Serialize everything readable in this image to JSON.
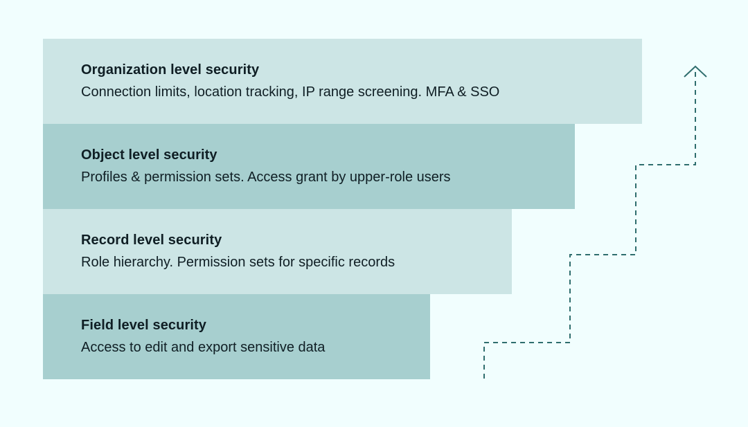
{
  "colors": {
    "background": "#f1fefe",
    "layer_light": "#cce5e5",
    "layer_dark": "#a7cfcf",
    "text": "#0f1e24",
    "arrow": "#2e6d6d"
  },
  "layers": [
    {
      "title": "Organization level security",
      "description": "Connection limits, location tracking, IP range screening. MFA & SSO"
    },
    {
      "title": "Object level security",
      "description": "Profiles & permission sets. Access grant by upper-role users"
    },
    {
      "title": "Record level security",
      "description": "Role hierarchy. Permission sets for specific records"
    },
    {
      "title": "Field level security",
      "description": "Access to edit and export sensitive data"
    }
  ],
  "arrow": {
    "style": "dashed-staircase",
    "direction": "up",
    "icon": "chevron-up-icon"
  }
}
